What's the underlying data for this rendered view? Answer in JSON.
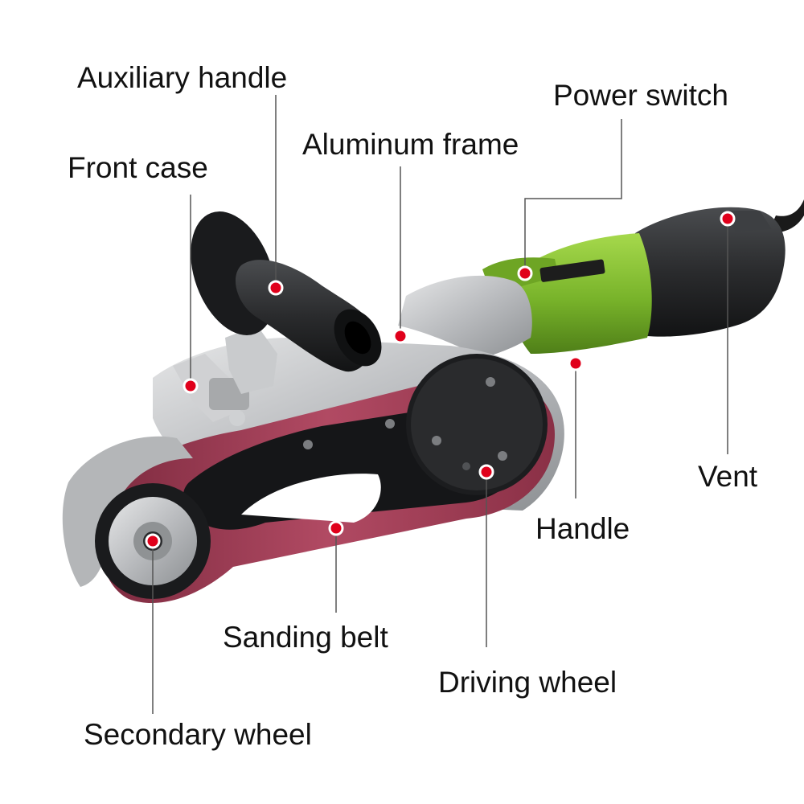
{
  "labels": {
    "auxiliary_handle": "Auxiliary handle",
    "power_switch": "Power switch",
    "aluminum_frame": "Aluminum frame",
    "front_case": "Front case",
    "vent": "Vent",
    "handle": "Handle",
    "sanding_belt": "Sanding belt",
    "driving_wheel": "Driving wheel",
    "secondary_wheel": "Secondary wheel"
  },
  "colors": {
    "marker": "#e0001b",
    "leader_line": "#555555",
    "body_green": "#7dbb2e",
    "belt": "#9c3a52",
    "metal": "#c4c6c8",
    "plastic": "#1e1f21"
  }
}
